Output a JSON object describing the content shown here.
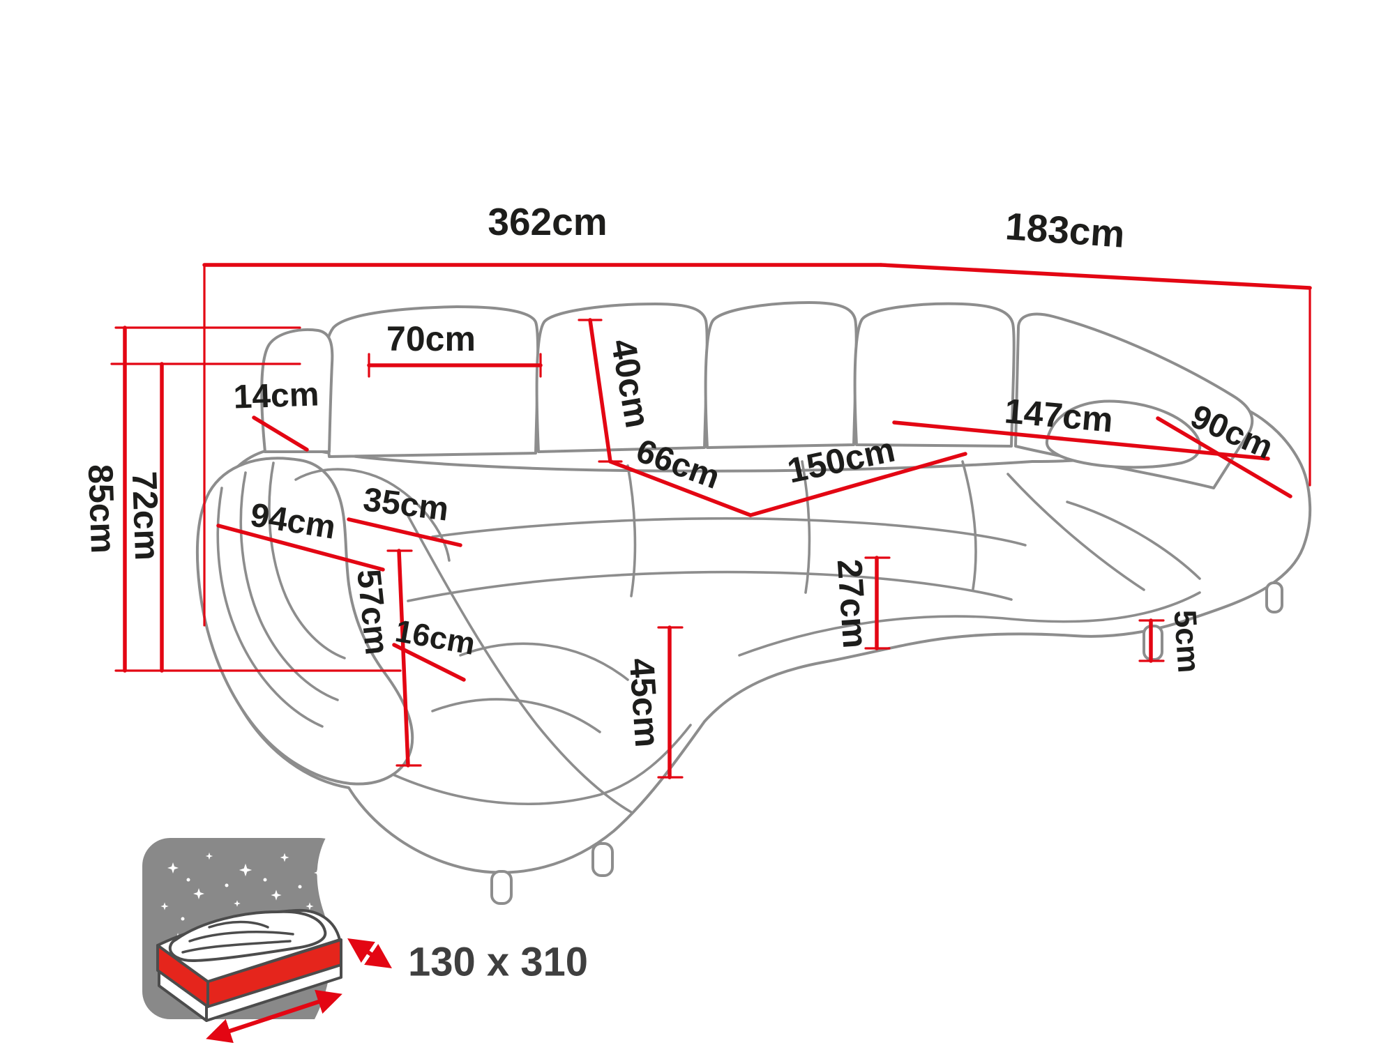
{
  "diagram": {
    "kind": "corner-sofa-dimension-diagram",
    "unit": "cm"
  },
  "dimensions": {
    "total_width": "362cm",
    "total_depth": "183cm",
    "total_height": "85cm",
    "backrest_height": "72cm",
    "back_cushion_width": "70cm",
    "headrest_depth": "14cm",
    "back_cushion_height": "40cm",
    "seat_depth": "66cm",
    "seat_width": "150cm",
    "chaise_length": "147cm",
    "chaise_width": "90cm",
    "armrest_depth": "94cm",
    "armrest_width": "35cm",
    "armrest_height": "57cm",
    "seat_front_lip": "16cm",
    "seat_height": "45cm",
    "seat_cushion_height": "27cm",
    "leg_height": "5cm"
  },
  "sleeping_function": {
    "icon": "sofa-bed-sleeping-area-icon",
    "bed_size": "130 x 310"
  },
  "colors": {
    "dimension_line": "#e30613",
    "sofa_outline": "#8d8d8d",
    "label_text": "#1d1d1b",
    "icon_panel": "#898989",
    "mattress_red": "#e5251c"
  }
}
